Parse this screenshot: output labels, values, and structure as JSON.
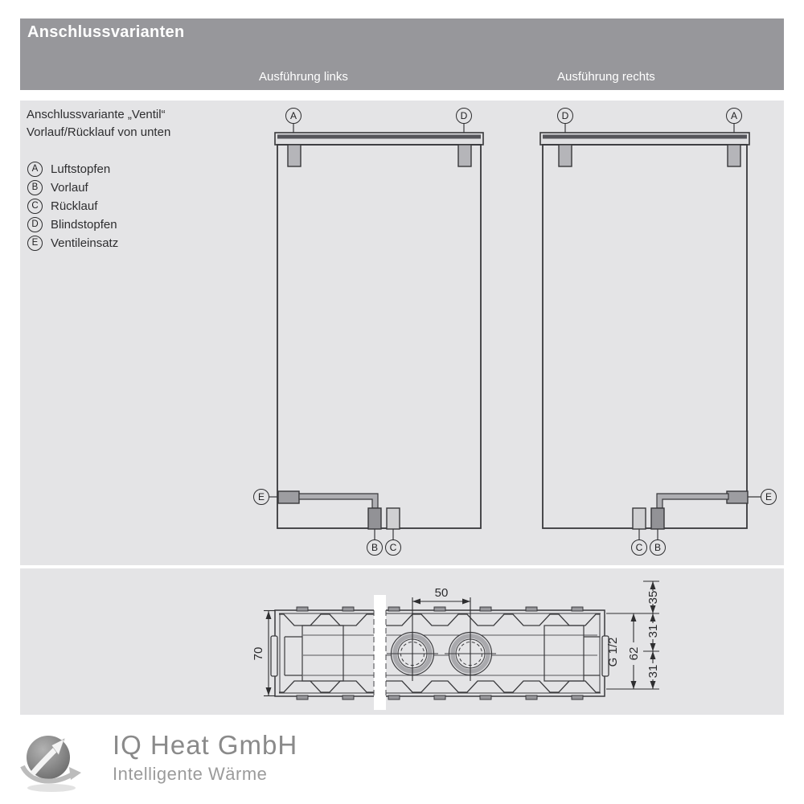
{
  "header": {
    "title": "Anschlussvarianten",
    "columns": {
      "left": "Ausführung links",
      "right": "Ausführung rechts"
    }
  },
  "variant": {
    "title_line1": "Anschlussvariante „Ventil“",
    "title_line2": "Vorlauf/Rücklauf von unten"
  },
  "legend": {
    "items": [
      {
        "key": "A",
        "label": "Luftstopfen"
      },
      {
        "key": "B",
        "label": "Vorlauf"
      },
      {
        "key": "C",
        "label": "Rücklauf"
      },
      {
        "key": "D",
        "label": "Blindstopfen"
      },
      {
        "key": "E",
        "label": "Ventileinsatz"
      }
    ]
  },
  "diagrams": {
    "left": {
      "top_left": "A",
      "top_right": "D",
      "valve": "E",
      "bottom_first": "B",
      "bottom_second": "C"
    },
    "right": {
      "top_left": "D",
      "top_right": "A",
      "bottom_first": "C",
      "bottom_second": "B",
      "valve": "E"
    }
  },
  "cross_section": {
    "dims": {
      "spacing_50": "50",
      "depth_70": "70",
      "offset_35": "35",
      "upper_31": "31",
      "lower_31": "31",
      "total_62": "62",
      "thread": "G 1/2"
    }
  },
  "footer": {
    "company": "IQ Heat GmbH",
    "tagline": "Intelligente Wärme"
  },
  "colors": {
    "header_bg": "#97979b",
    "section_bg": "#e4e4e6",
    "line": "#38383b",
    "text": "#2e2e30",
    "footer_text": "#8a8a8a"
  }
}
